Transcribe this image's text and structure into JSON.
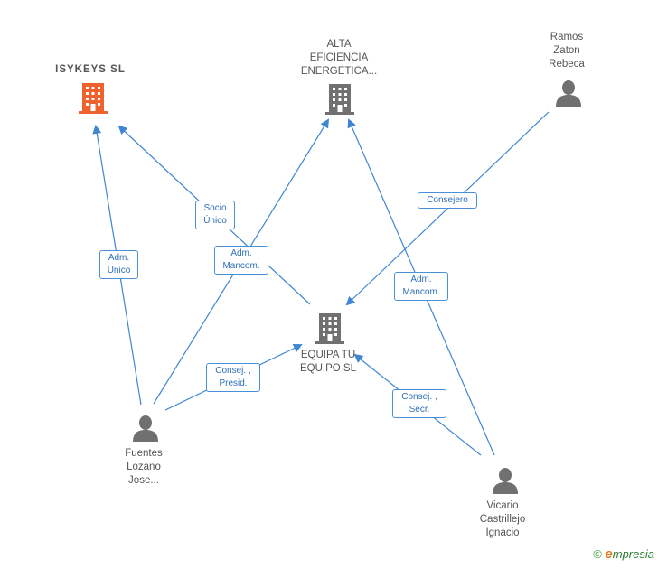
{
  "nodes": {
    "isykeys": {
      "lines": [
        "ISYKEYS SL"
      ]
    },
    "alta": {
      "lines": [
        "ALTA",
        "EFICIENCIA",
        "ENERGETICA..."
      ]
    },
    "ramos": {
      "lines": [
        "Ramos",
        "Zaton",
        "Rebeca"
      ]
    },
    "equipa": {
      "lines": [
        "EQUIPA TU",
        "EQUIPO SL"
      ]
    },
    "fuentes": {
      "lines": [
        "Fuentes",
        "Lozano",
        "Jose..."
      ]
    },
    "vicario": {
      "lines": [
        "Vicario",
        "Castrillejo",
        "Ignacio"
      ]
    }
  },
  "edge_labels": {
    "socio_unico": [
      "Socio",
      "Único"
    ],
    "adm_unico": [
      "Adm.",
      "Unico"
    ],
    "adm_mancom_1": [
      "Adm.",
      "Mancom."
    ],
    "consejero": [
      "Consejero"
    ],
    "adm_mancom_2": [
      "Adm.",
      "Mancom."
    ],
    "consej_presid": [
      "Consej. ,",
      "Presid."
    ],
    "consej_secr": [
      "Consej. ,",
      "Secr."
    ]
  },
  "colors": {
    "edge": "#3f86d3",
    "main_company_icon": "#f0622d",
    "company_icon": "#707070",
    "person_icon": "#707070"
  },
  "footer": {
    "copyright": "©",
    "brand_initial": "e",
    "brand_rest": "mpresia"
  }
}
